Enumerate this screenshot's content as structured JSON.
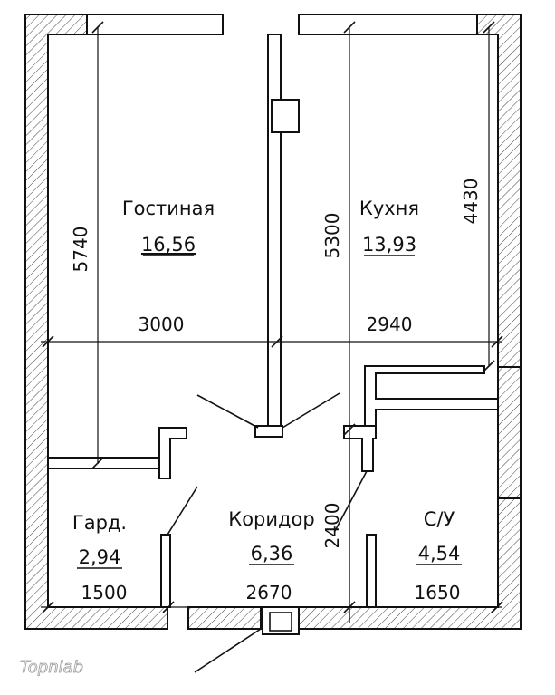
{
  "rooms": {
    "living": {
      "name": "Гостиная",
      "area": "16,56"
    },
    "kitchen": {
      "name": "Кухня",
      "area": "13,93"
    },
    "wardrobe": {
      "name": "Гард.",
      "area": "2,94"
    },
    "corridor": {
      "name": "Коридор",
      "area": "6,36"
    },
    "bathroom": {
      "name": "С/У",
      "area": "4,54"
    }
  },
  "dimensions": {
    "living_width": "3000",
    "kitchen_width": "2940",
    "living_height": "5740",
    "kitchen_height_left": "5300",
    "kitchen_height_right": "4430",
    "wardrobe_width": "1500",
    "corridor_width": "2670",
    "bathroom_width": "1650",
    "corridor_height": "2400"
  },
  "watermark": "Topnlab",
  "colors": {
    "line": "#111111",
    "hatch": "#444444",
    "background": "#ffffff"
  }
}
